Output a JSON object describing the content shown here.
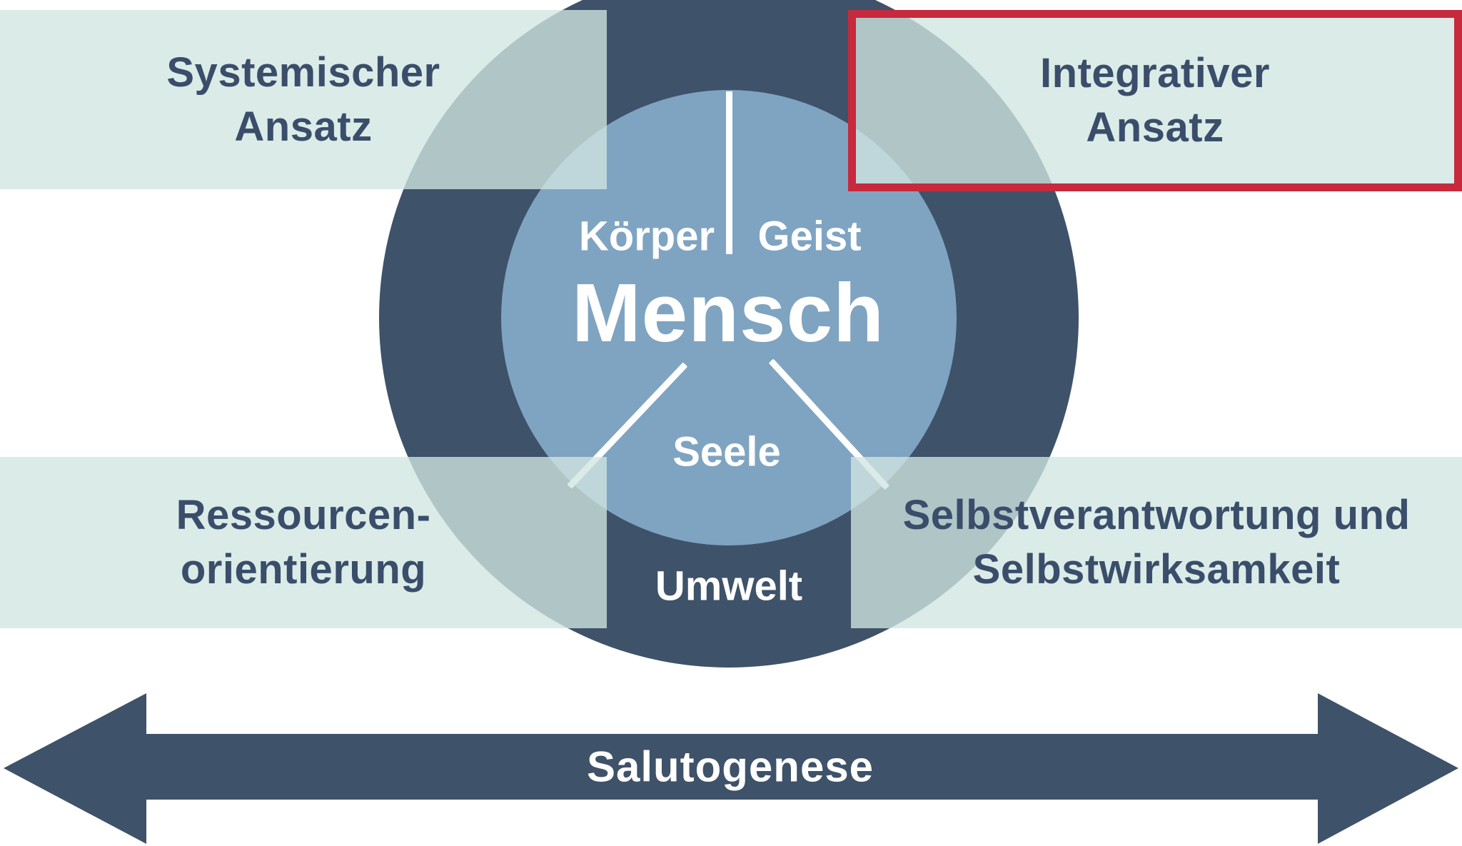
{
  "bands": {
    "top_left": {
      "line1": "Systemischer",
      "line2": "Ansatz"
    },
    "top_right": {
      "line1": "Integrativer",
      "line2": "Ansatz",
      "highlighted": true
    },
    "bottom_left": {
      "line1": "Ressourcen-",
      "line2": "orientierung"
    },
    "bottom_right": {
      "line1": "Selbstverantwortung und",
      "line2": "Selbstwirksamkeit"
    }
  },
  "circle": {
    "center_label": "Mensch",
    "segment_top_left": "Körper",
    "segment_top_right": "Geist",
    "segment_bottom": "Seele",
    "ring_label": "Umwelt"
  },
  "arrow": {
    "label": "Salutogenese"
  },
  "colors": {
    "navy": "#3e5269",
    "blue": "#7fa4c2",
    "band": "rgba(209,229,224,0.78)",
    "band-solid": "#dcebe7",
    "red": "#c7293d",
    "text-navy": "#3a4e6b",
    "white": "#ffffff"
  }
}
